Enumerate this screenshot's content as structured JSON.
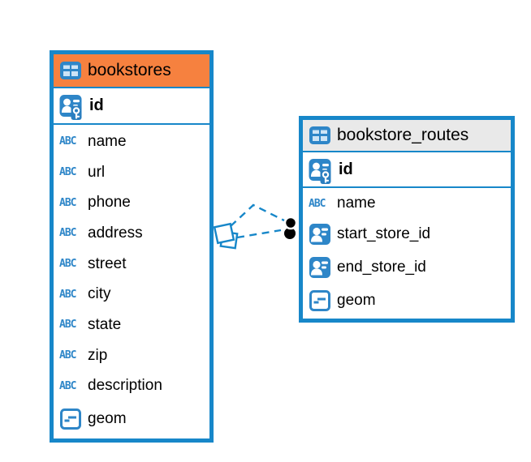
{
  "diagram": {
    "type": "entity-relationship",
    "background": "#ffffff"
  },
  "colors": {
    "accent_blue": "#1787C9",
    "icon_blue": "#2E86C8",
    "bookstores_header": "#F6813F",
    "routes_header": "#E9E9E9",
    "text": "#000000",
    "relation_dot": "#000000"
  },
  "icons": {
    "text_glyph": "ABC"
  },
  "tables": [
    {
      "title": "bookstores",
      "header_icon": "table-icon",
      "primary_key": {
        "label": "id",
        "icon": "primary-key-icon"
      },
      "columns": [
        {
          "label": "name",
          "icon": "text-icon"
        },
        {
          "label": "url",
          "icon": "text-icon"
        },
        {
          "label": "phone",
          "icon": "text-icon"
        },
        {
          "label": "address",
          "icon": "text-icon"
        },
        {
          "label": "street",
          "icon": "text-icon"
        },
        {
          "label": "city",
          "icon": "text-icon"
        },
        {
          "label": "state",
          "icon": "text-icon"
        },
        {
          "label": "zip",
          "icon": "text-icon"
        },
        {
          "label": "description",
          "icon": "text-icon"
        },
        {
          "label": "geom",
          "icon": "geometry-icon"
        }
      ]
    },
    {
      "title": "bookstore_routes",
      "header_icon": "table-icon",
      "primary_key": {
        "label": "id",
        "icon": "primary-key-icon"
      },
      "columns": [
        {
          "label": "name",
          "icon": "text-icon"
        },
        {
          "label": "start_store_id",
          "icon": "foreign-key-person-icon"
        },
        {
          "label": "end_store_id",
          "icon": "foreign-key-person-icon"
        },
        {
          "label": "geom",
          "icon": "geometry-icon"
        }
      ]
    }
  ],
  "relationship": {
    "from": "bookstores",
    "to": "bookstore_routes",
    "style": "dashed",
    "branches": 2
  }
}
